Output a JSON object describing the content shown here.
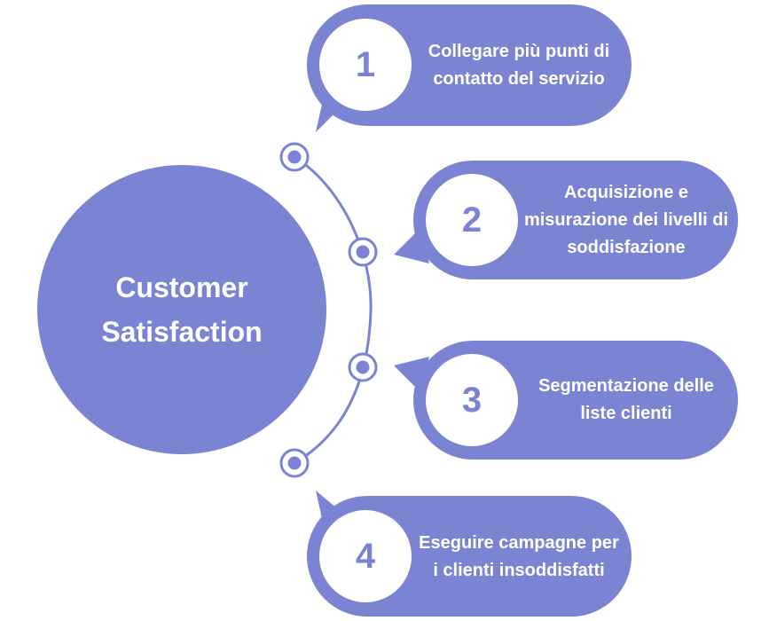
{
  "colors": {
    "accent": "#7b83d3",
    "number": "#7b83d3",
    "line": "#7b83d3",
    "background": "#ffffff"
  },
  "hub": {
    "title": "Customer Satisfaction"
  },
  "steps": [
    {
      "number": "1",
      "text": "Collegare più punti di contatto del servizio"
    },
    {
      "number": "2",
      "text": "Acquisizione e misurazione dei livelli di soddisfazione"
    },
    {
      "number": "3",
      "text": "Segmentazione delle liste clienti"
    },
    {
      "number": "4",
      "text": "Eseguire campagne per i clienti insoddisfatti"
    }
  ]
}
